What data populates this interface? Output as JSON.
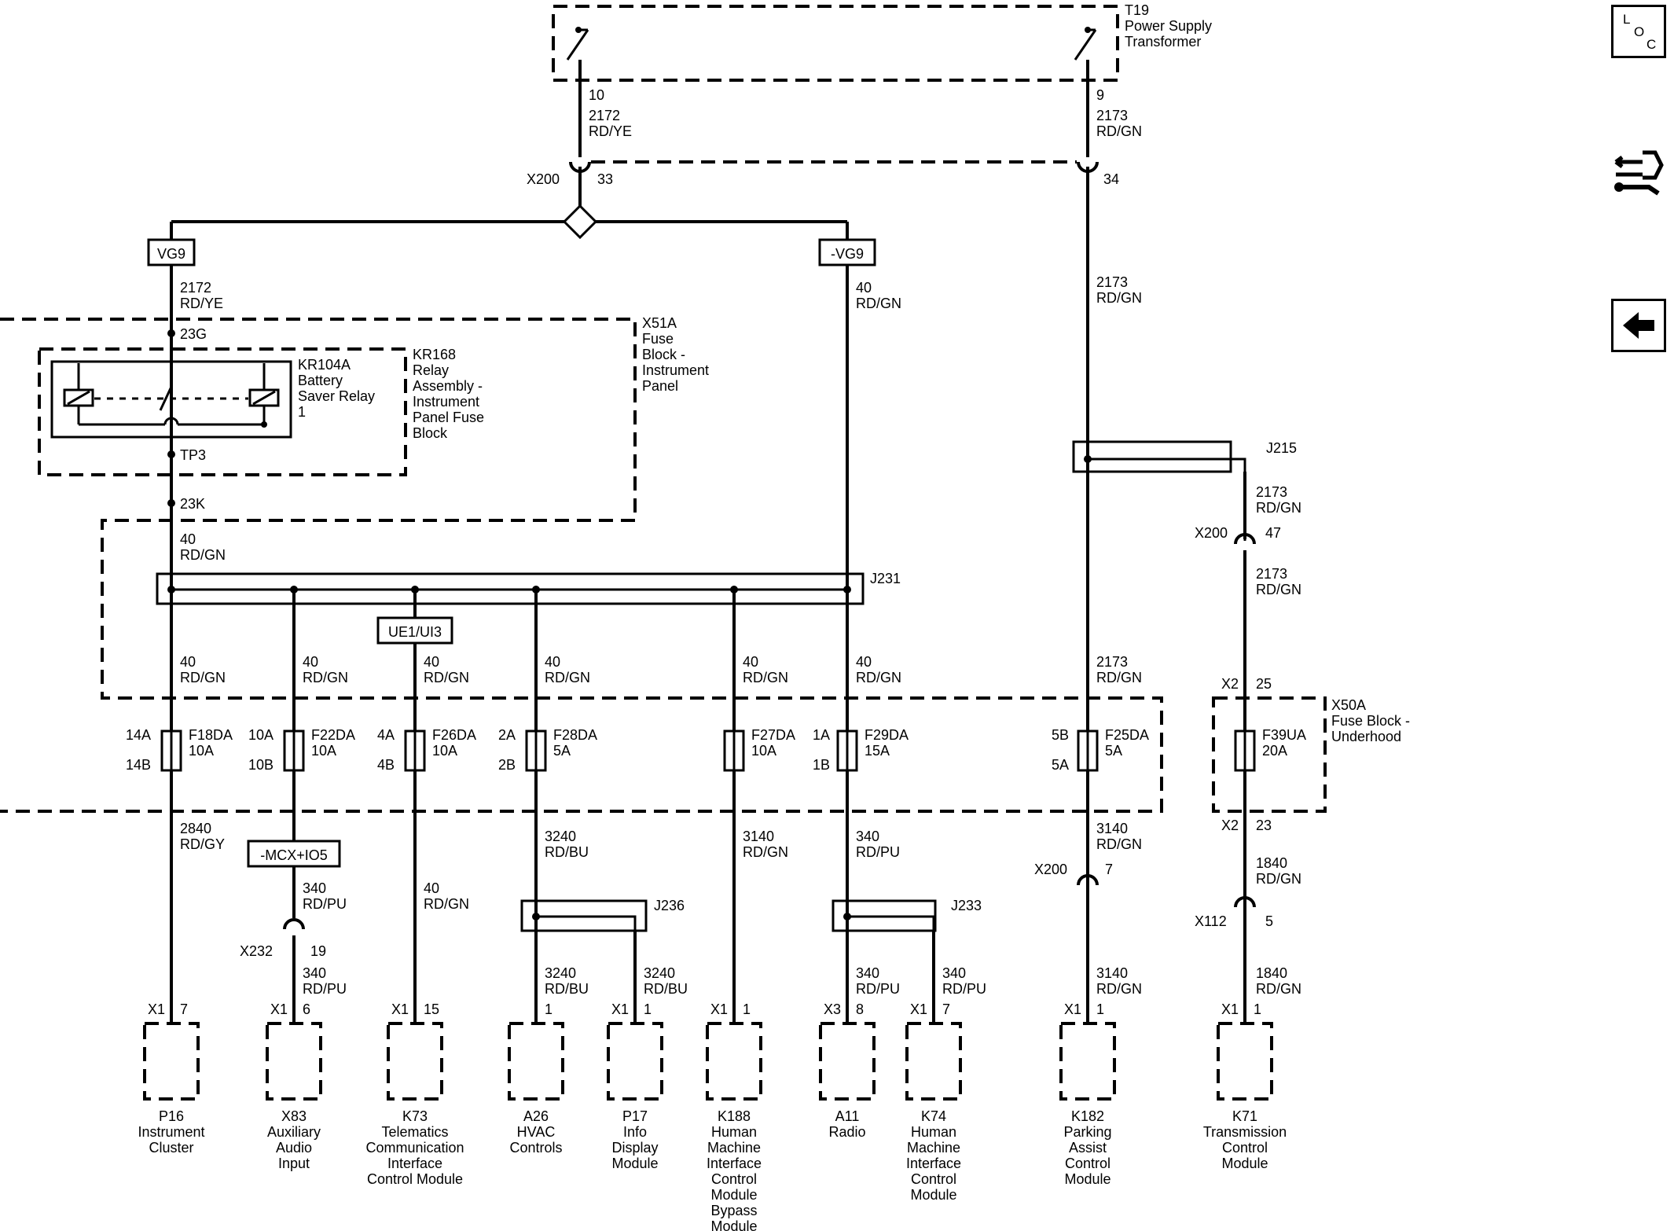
{
  "header": {
    "transformer_id": "T19",
    "transformer_name_1": "Power Supply",
    "transformer_name_2": "Transformer"
  },
  "side_buttons": {
    "loc_l": "L",
    "loc_o": "O",
    "loc_c": "C",
    "loc_icon": "location-view-icon",
    "tools_icon": "component-tools-icon",
    "back_icon": "back-arrow-icon"
  },
  "top_circuits": {
    "left_pin": "10",
    "left_circuit": "2172",
    "left_color": "RD/YE",
    "right_pin": "9",
    "right_circuit": "2173",
    "right_color": "RD/GN",
    "x200_label": "X200",
    "x200_left_pin": "33",
    "x200_right_pin": "34"
  },
  "option_labels": {
    "vg9": "VG9",
    "not_vg9": "-VG9",
    "ue1_ui3": "UE1/UI3",
    "mcx_io5": "-MCX+IO5"
  },
  "fuse_block_ip": {
    "label_1": "X51A",
    "label_2": "Fuse",
    "label_3": "Block -",
    "label_4": "Instrument",
    "label_5": "Panel",
    "pin_23g": "23G",
    "pin_tp3": "TP3",
    "pin_23k": "23K",
    "relay_id": "KR104A",
    "relay_name_1": "Battery",
    "relay_name_2": "Saver Relay",
    "relay_name_3": "1",
    "assembly_1": "KR168",
    "assembly_2": "Relay",
    "assembly_3": "Assembly -",
    "assembly_4": "Instrument",
    "assembly_5": "Panel Fuse",
    "assembly_6": "Block"
  },
  "circuits": {
    "c2172": "2172",
    "rdye": "RD/YE",
    "c40": "40",
    "rdgn": "RD/GN",
    "c2173": "2173",
    "c2840": "2840",
    "rdgy": "RD/GY",
    "c340": "340",
    "rdpu": "RD/PU",
    "c3240": "3240",
    "rdbu": "RD/BU",
    "c3140": "3140",
    "c1840": "1840"
  },
  "splices": {
    "j215": "J215",
    "j231": "J231",
    "j236": "J236",
    "j233": "J233"
  },
  "connectors": {
    "x200": "X200",
    "x200_47": "47",
    "x200_7": "7",
    "x232": "X232",
    "x232_19": "19",
    "x112": "X112",
    "x112_5": "5",
    "x2": "X2",
    "x2_25": "25",
    "x2_23": "23"
  },
  "fuses": [
    {
      "in": "14A",
      "out": "14B",
      "id": "F18DA",
      "amp": "10A"
    },
    {
      "in": "10A",
      "out": "10B",
      "id": "F22DA",
      "amp": "10A"
    },
    {
      "in": "4A",
      "out": "4B",
      "id": "F26DA",
      "amp": "10A"
    },
    {
      "in": "2A",
      "out": "2B",
      "id": "F28DA",
      "amp": "5A"
    },
    {
      "in": "",
      "out": "",
      "id": "F27DA",
      "amp": "10A"
    },
    {
      "in": "1A",
      "out": "1B",
      "id": "F29DA",
      "amp": "15A"
    },
    {
      "in": "5B",
      "out": "5A",
      "id": "F25DA",
      "amp": "5A"
    },
    {
      "in": "",
      "out": "",
      "id": "F39UA",
      "amp": "20A"
    }
  ],
  "underhood": {
    "label_1": "X50A",
    "label_2": "Fuse Block -",
    "label_3": "Underhood"
  },
  "components": [
    {
      "conn": "X1",
      "pin": "7",
      "id": "P16",
      "name": [
        "Instrument",
        "Cluster"
      ]
    },
    {
      "conn": "X1",
      "pin": "6",
      "id": "X83",
      "name": [
        "Auxiliary",
        "Audio",
        "Input"
      ]
    },
    {
      "conn": "X1",
      "pin": "15",
      "id": "K73",
      "name": [
        "Telematics",
        "Communication",
        "Interface",
        "Control Module"
      ]
    },
    {
      "conn": "",
      "pin": "1",
      "id": "A26",
      "name": [
        "HVAC",
        "Controls"
      ]
    },
    {
      "conn": "X1",
      "pin": "1",
      "id": "P17",
      "name": [
        "Info",
        "Display",
        "Module"
      ]
    },
    {
      "conn": "X1",
      "pin": "1",
      "id": "K188",
      "name": [
        "Human",
        "Machine",
        "Interface",
        "Control",
        "Module",
        "Bypass",
        "Module"
      ]
    },
    {
      "conn": "X3",
      "pin": "8",
      "id": "A11",
      "name": [
        "Radio"
      ]
    },
    {
      "conn": "X1",
      "pin": "7",
      "id": "K74",
      "name": [
        "Human",
        "Machine",
        "Interface",
        "Control",
        "Module"
      ]
    },
    {
      "conn": "X1",
      "pin": "1",
      "id": "K182",
      "name": [
        "Parking",
        "Assist",
        "Control",
        "Module"
      ]
    },
    {
      "conn": "X1",
      "pin": "1",
      "id": "K71",
      "name": [
        "Transmission",
        "Control",
        "Module"
      ]
    }
  ]
}
